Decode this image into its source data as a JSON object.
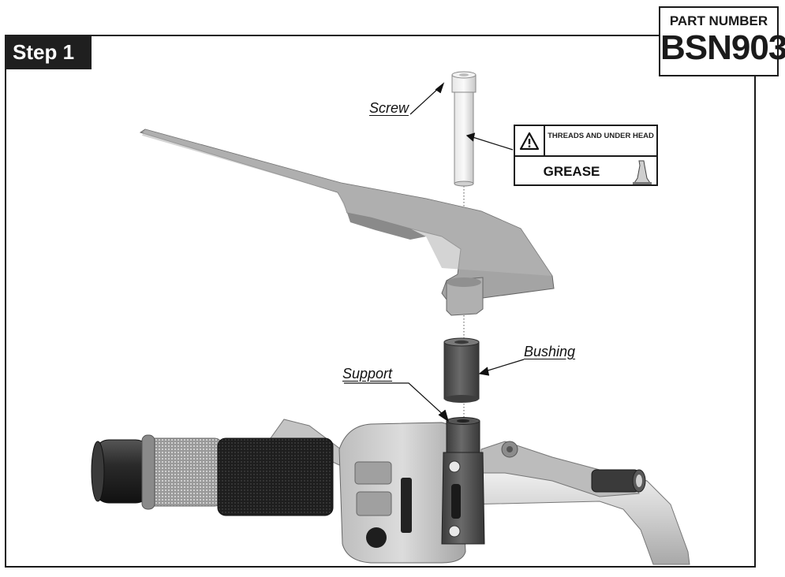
{
  "step": {
    "label": "Step 1"
  },
  "part": {
    "label": "PART NUMBER",
    "number": "BSN903"
  },
  "callouts": {
    "screw": "Screw",
    "bushing": "Bushing",
    "support": "Support"
  },
  "grease_note": {
    "threads": "THREADS AND UNDER HEAD",
    "grease": "GREASE"
  },
  "icons": [
    "warning-triangle-icon",
    "grease-tube-icon"
  ],
  "colors": {
    "frame": "#1a1a1a",
    "badge": "#1f1f1f",
    "part_gray": "#9a9a9a",
    "dark_part": "#4a4a4a"
  }
}
